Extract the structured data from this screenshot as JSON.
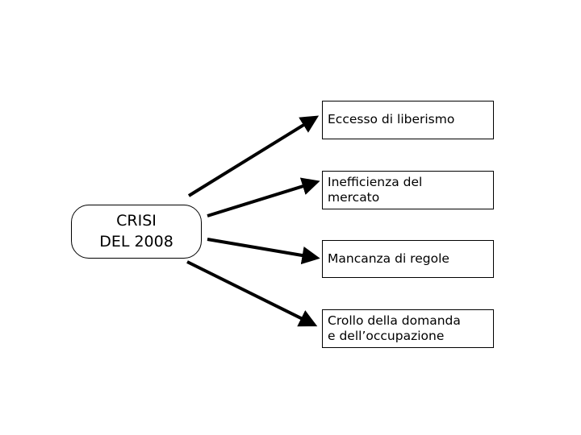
{
  "diagram": {
    "type": "cause-effect-fan",
    "source": {
      "label": "CRISI\nDEL 2008",
      "line1": "CRISI",
      "line2": "DEL 2008"
    },
    "effects": [
      {
        "id": "eccesso-di-liberismo",
        "text": "Eccesso di liberismo"
      },
      {
        "id": "inefficienza-del-mercato",
        "line1": "Inefficienza del",
        "line2": "mercato"
      },
      {
        "id": "mancanza-di-regole",
        "text": "Mancanza di regole"
      },
      {
        "id": "crollo-della-domanda",
        "line1": "Crollo della domanda",
        "line2": "e dell’occupazione"
      }
    ],
    "colors": {
      "background": "#ffffff",
      "stroke": "#000000",
      "text": "#000000",
      "fill": "#ffffff"
    }
  }
}
